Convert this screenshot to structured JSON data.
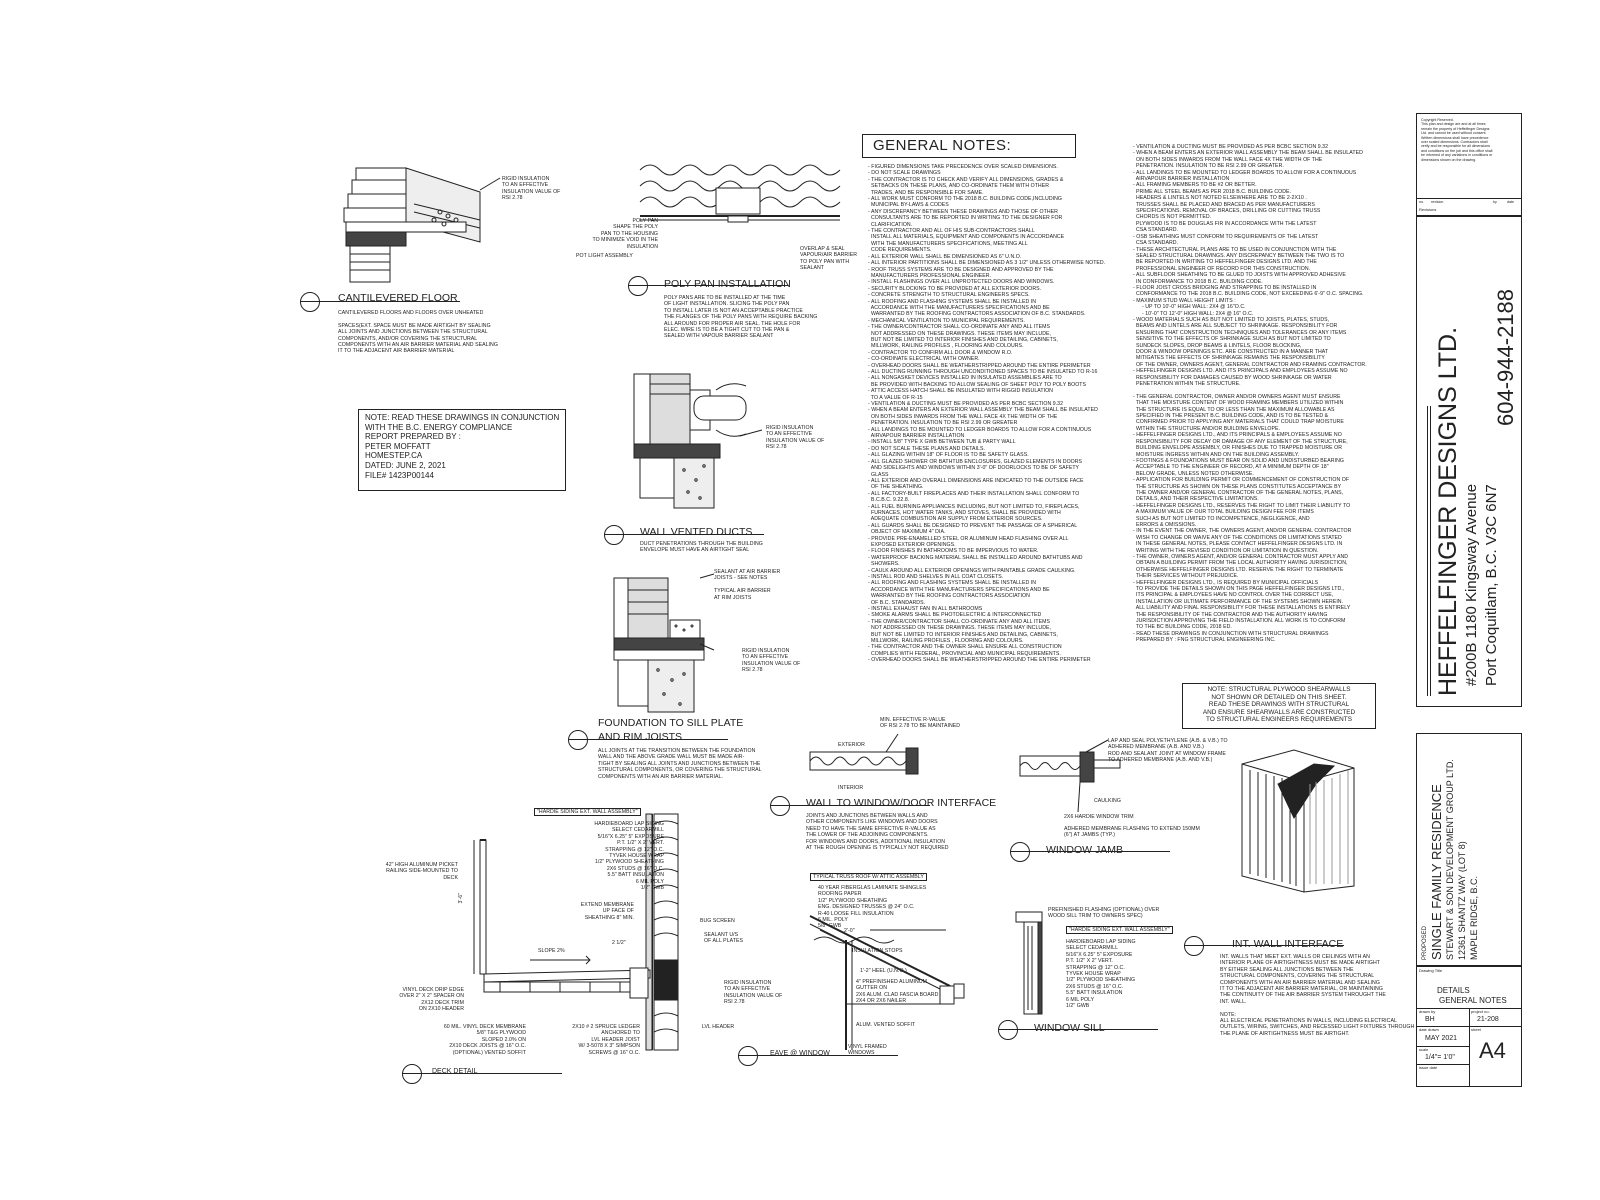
{
  "general_notes": {
    "heading": "GENERAL NOTES:",
    "col1": [
      "- FIGURED DIMENSIONS TAKE PRECEDENCE OVER SCALED DIMENSIONS.",
      "- DO NOT SCALE DRAWINGS",
      "- THE CONTRACTOR IS TO CHECK AND VERIFY ALL DIMENSIONS, GRADES &",
      "  SETBACKS ON THESE PLANS, AND CO-ORDINATE THEM WITH OTHER",
      "  TRADES, AND BE RESPONSIBLE FOR SAME.",
      "- ALL WORK MUST CONFORM TO THE 2018 B.C. BUILDING CODE,INCLUDING",
      "  MUNICIPAL BY-LAWS & CODES",
      "- ANY DISCREPANCY BETWEEN THESE DRAWINGS AND THOSE OF OTHER",
      "  CONSULTANTS ARE TO BE REPORTED IN WRITING TO THE DESIGNER FOR",
      "  CLARIFICATION.",
      "- THE CONTRACTOR AND ALL OF HIS SUB-CONTRACTORS SHALL",
      "  INSTALL ALL MATERIALS, EQUIPMENT AND COMPONENTS IN ACCORDANCE",
      "  WITH THE MANUFACTURERS SPECIFICATIONS, MEETING ALL",
      "  CODE REQUIREMENTS.",
      "- ALL EXTERIOR WALL SHALL BE DIMENSIONED AS 6\" U.N.O.",
      "- ALL INTERIOR PARTITIONS SHALL BE DIMENSIONED AS 3 1/2\" UNLESS OTHERWISE NOTED.",
      "- ROOF TRUSS SYSTEMS ARE TO BE DESIGNED AND APPROVED BY THE",
      "  MANUFACTURERS PROFESSIONAL ENGINEER.",
      "- INSTALL FLASHINGS OVER ALL UNPROTECTED DOORS AND WINDOWS.",
      "- SECURITY BLOCKING TO BE PROVIDED AT ALL EXTERIOR DOORS.",
      "- CONCRETE STRENGTH TO STRUCTURAL ENGINEERS SPECS.",
      "- ALL ROOFING AND FLASHING SYSTEMS SHALL BE INSTALLED IN",
      "  ACCORDANCE WITH THE MANUFACTURERS SPECIFICATIONS AND BE",
      "  WARRANTED BY THE ROOFING CONTRACTORS ASSOCIATION OF B.C. STANDARDS.",
      "- MECHANICAL VENTILATION TO MUNICIPAL REQUIREMENTS.",
      "- THE OWNER/CONTRACTOR SHALL CO-ORDINATE ANY AND ALL ITEMS",
      "  NOT ADDRESSED ON THESE DRAWINGS. THESE ITEMS MAY INCLUDE,",
      "  BUT NOT BE LIMITED TO INTERIOR FINISHES AND DETAILING, CABINETS,",
      "  MILLWORK, RAILING PROFILES , FLOORING AND COLOURS.",
      "- CONTRACTOR TO CONFIRM ALL DOOR & WINDOW R.O.",
      "- CO-ORDINATE ELECTRICAL WITH OWNER.",
      "- OVERHEAD DOORS SHALL BE WEATHERSTRIPPED AROUND THE ENTIRE PERIMETER",
      "- ALL DUCTING RUNNING THROUGH UNCONDITIONED SPACES TO BE INSULATED TO R-16",
      "- ALL NONGASKET DEVICES INSTALLED IN INSULATED ASSEMBLIES ARE TO",
      "  BE PROVIDED WITH BACKING TO ALLOW SEALING OF SHEET POLY TO POLY BOOTS",
      "- ATTIC ACCESS HATCH SHALL BE INSULATED WITH RIGGID INSULATION",
      "  TO A VALUE OF R-15",
      "- VENTILATION & DUCTING MUST BE PROVIDED AS PER BCBC SECTION 9.32",
      "- WHEN A BEAM ENTERS AN EXTERIOR WALL ASSEMBLY THE BEAM SHALL BE INSULATED",
      "  ON BOTH SIDES INWARDS FROM THE WALL FACE 4X THE WIDTH OF THE",
      "  PENETRATION. INSULATION TO BE RSI 2.99 OR GREATER",
      "- ALL LANDINGS TO BE MOUNTED TO LEDGER BOARDS TO ALLOW FOR A CONTINUOUS",
      "  AIRVAPOUR BARRIER INSTALLATION",
      "- INSTALL 5/8\" TYPE X GWB BETWEEN TUB & PARTY WALL",
      "- DO NOT SCALE THESE PLANS AND DETAILS.",
      "- ALL GLAZING WITHIN 18\" OF FLOOR IS TO BE SAFETY GLASS.",
      "- ALL GLAZED SHOWER OR BATHTUB ENCLOSURES, GLAZED ELEMENTS IN DOORS",
      "  AND SIDELIGHTS AND WINDOWS WITHIN 3'-0\" OF DOORLOCKS TO BE OF SAFETY",
      "  GLASS",
      "- ALL EXTERIOR AND OVERALL DIMENSIONS ARE INDICATED TO THE OUTSIDE FACE",
      "  OF THE SHEATHING.",
      "- ALL FACTORY-BUILT FIREPLACES AND THEIR INSTALLATION SHALL CONFORM TO",
      "  B.C.B.C. 9.22.8.",
      "- ALL FUEL BURNING APPLIANCES INCLUDING, BUT NOT LIMITED TO, FIREPLACES,",
      "  FURNACES, HOT WATER TANKS, AND STOVES, SHALL BE PROVIDED WITH",
      "  ADEQUATE COMBUSTION AIR SUPPLY FROM EXTERIOR SOURCES.",
      "- ALL GUARDS SHALL BE DESIGNED TO PREVENT THE PASSAGE OF A SPHERICAL",
      "  OBJECT OF MAXIMUM 4\" DIA.",
      "- PROVIDE PRE-ENAMELLED STEEL OR ALUMINUM HEAD FLASHING OVER ALL",
      "  EXPOSED EXTERIOR OPENINGS.",
      "- FLOOR FINISHES IN BATHROOMS TO BE IMPERVIOUS TO WATER.",
      "- WATERPROOF BACKING MATERIAL SHALL BE INSTALLED AROUND BATHTUBS AND",
      "  SHOWERS.",
      "- CAULK AROUND ALL EXTERIOR OPENINGS WITH PAINTABLE GRADE CAULKING.",
      "- INSTALL ROD AND SHELVES IN ALL COAT CLOSETS.",
      "- ALL ROOFING AND FLASHING SYSTEMS SHALL BE INSTALLED IN",
      "  ACCORDANCE WITH THE MANUFACTURERS SPECIFICATIONS AND BE",
      "  WARRANTED BY THE ROOFING CONTRACTORS ASSOCIATION",
      "  OF B.C. STANDARDS.",
      "- INSTALL EXHAUST FAN IN ALL BATHROOMS",
      "- SMOKE ALARMS SHALL BE PHOTOELECTRIC & INTERCONNECTED",
      "- THE OWNER/CONTRACTOR SHALL CO-ORDINATE ANY AND ALL ITEMS",
      "  NOT ADDRESSED ON THESE DRAWINGS. THESE ITEMS MAY INCLUDE,",
      "  BUT NOT BE LIMITED TO INTERIOR FINISHES AND DETAILING, CABINETS,",
      "  MILLWORK, RAILING PROFILES , FLOORING AND COLOURS.",
      "- THE CONTRACTOR AND THE OWNER SHALL ENSURE ALL CONSTRUCTION",
      "  COMPLIES WITH FEDERAL, PROVINCIAL AND MUNICIPAL REQUIREMENTS.",
      "- OVERHEAD DOORS SHALL BE WEATHERSTRIPPED AROUND THE ENTIRE PERIMETER"
    ],
    "col2": [
      "- VENTILATION & DUCTING MUST BE PROVIDED AS PER BCBC SECTION 9.32",
      "- WHEN A BEAM ENTERS AN EXTERIOR WALL ASSEMBLY THE BEAM SHALL BE INSULATED",
      "  ON BOTH SIDES INWARDS FROM THE WALL FACE 4X THE WIDTH OF THE",
      "  PENETRATION. INSULATION TO BE RSI 2.99 OR GREATER.",
      "- ALL LANDINGS TO BE MOUNTED TO LEDGER BOARDS TO ALLOW FOR A CONTINUOUS",
      "  AIRVAPOUR BARRIER INSTALLATION",
      "- ALL FRAMING MEMBERS TO BE #2 OR BETTER.",
      "  PRIME ALL STEEL BEAMS AS PER 2018 B.C. BUILDING CODE.",
      "  HEADERS & LINTELS NOT NOTED ELSEWHERE ARE TO BE 2-2x10 .",
      "  TRUSSES SHALL BE PLACED AND BRACED AS PER MANUFACTURERS",
      "  SPECIFICATIONS. REMOVAL OF BRACES, DRILLING OR CUTTING TRUSS",
      "  CHORDS IS NOT PERMITTED.",
      "  PLYWOOD IS TO BE DOUGLAS FIR IN ACCORDANCE WITH THE LATEST",
      "  CSA STANDARD.",
      "- OSB SHEATHING MUST CONFORM TO REQUIREMENTS OF THE LATEST",
      "  CSA STANDARD.",
      "- THESE ARCHITECTURAL PLANS ARE TO BE USED IN CONJUNCTION WITH THE",
      "  SEALED STRUCTURAL DRAWINGS. ANY DISCREPANCY BETWEEN THE TWO IS TO",
      "  BE REPORTED IN WRITING TO HEFFELFINGER DESIGNS LTD. AND THE",
      "  PROFESSIONAL ENGINEER OF RECORD FOR THIS CONSTRUCTION.",
      "- ALL SUBFLOOR SHEATHING TO BE GLUED TO JOISTS WITH APPROVED ADHESIVE",
      "  IN CONFORMANCE TO 2018 B.C. BUILDING CODE.",
      "- FLOOR JOIST CROSS BRIDGING AND STRAPPING TO BE INSTALLED IN",
      "  CONFORMANCE TO THE 2018 B.C. BUILDING CODE, NOT EXCEEDING 6'-9\" o.c. SPACING.",
      "- MAXIMUM STUD WALL HEIGHT LIMITS :",
      "      - UP TO 10'-0\" HIGH WALL: 2x4 @ 16\"o.c.",
      "      - 10'-0\" TO 12'-0\" HIGH WALL: 2x4 @ 16\" o.c.",
      "- WOOD MATERIALS SUCH AS BUT NOT LIMITED TO JOISTS, PLATES, STUDS,",
      "  BEAMS AND LINTELS ARE ALL SUBJECT TO SHRINKAGE. RESPONSIBILITY FOR",
      "  ENSURING THAT CONSTRUCTION TECHNIQUES AND TOLERANCES OR ANY ITEMS",
      "  SENSITIVE TO THE EFFECTS OF SHRINKAGE SUCH AS BUT NOT LIMITED TO",
      "  SUNDECK SLOPES, DROP BEAMS & LINTELS, FLOOR BLOCKING,",
      "  DOOR & WINDOW OPENINGS ETC. ARE CONSTRUCTED IN A MANNER THAT",
      "  MITIGATES THE EFFECTS OF SHRINKAGE REMAINS THE RESPONSIBILITY",
      "  OF THE OWNER, OWNERS AGENT, GENERAL CONTRACTOR AND FRAMING CONTRACTOR.",
      "- HEFFELFINGER DESIGNS LTD. AND ITS PRINCIPALS AND EMPLOYEES ASSUME NO",
      "  RESPONSIBILITY FOR DAMAGES CAUSED BY WOOD SHRINKAGE OR WATER",
      "  PENETRATION WITHIN THE STRUCTURE.",
      "",
      "- THE GENERAL CONTRACTOR, OWNER AND/OR OWNERS AGENT MUST ENSURE",
      "  THAT THE MOISTURE CONTENT OF WOOD FRAMING MEMBERS UTILIZED WITHIN",
      "  THE STRUCTURE IS EQUAL TO OR LESS THAN THE MAXIMUM ALLOWABLE AS",
      "  SPECIFIED IN THE PRESENT B.C. BUILDING CODE, AND IS TO BE TESTED &",
      "  CONFIRMED PRIOR TO APPLYING ANY MATERIALS THAT COULD TRAP MOISTURE",
      "  WITHIN THE STRUCTURE AND/OR BUILDING ENVELOPE.",
      "- HEFFELFINGER DESIGNS LTD., AND ITS PRINCIPALS & EMPLOYEES ASSUME NO",
      "  RESPONSIBILITY FOR DECAY OR DAMAGE OF ANY ELEMENT OF THE STRUCTURE,",
      "  BUILDING ENVELOPE ASSEMBLY, OR FINISHES DUE TO TRAPPED MOISTURE OR",
      "  MOISTURE INGRESS WITHIN AND ON THE BUILDING ASSEMBLY.",
      "- FOOTINGS & FOUNDATIONS MUST BEAR ON SOLID AND UNDISTURBED BEARING",
      "  ACCEPTABLE TO THE ENGINEER OF RECORD, AT A MINIMUM DEPTH OF 18\"",
      "  BELOW GRADE, UNLESS NOTED OTHERWISE.",
      "- APPLICATION FOR BUILDING PERMIT OR COMMENCEMENT OF CONSTRUCTION OF",
      "  THE STRUCTURE AS SHOWN ON THESE PLANS CONSTITUTES ACCEPTANCE BY",
      "  THE OWNER AND/OR GENERAL CONTRACTOR OF THE GENERAL NOTES, PLANS,",
      "  DETAILS, AND THEIR RESPECTIVE LIMITATIONS.",
      "- HEFFELFINGER DESIGNS LTD., RESERVES THE RIGHT TO LIMIT THEIR LIABILITY TO",
      "  A MAXIMUM VALUE OF OUR TOTAL BUILDING DESIGN FEE FOR ITEMS",
      "  SUCH AS BUT NOT LIMITED TO INCOMPETENCE, NEGLIGENCE, AND",
      "  ERRORS & OMISSIONS.",
      "- IN THE EVENT THE OWNER, THE OWNERS AGENT, AND/OR GENERAL CONTRACTOR",
      "  WISH TO CHANGE OR WAIVE ANY OF THE CONDITIONS OR LIMITATIONS STATED",
      "  IN THESE GENERAL NOTES, PLEASE CONTACT HEFFELFINGER DESIGNS LTD. IN",
      "  WRITING WITH THE REVISED CONDITION OR LIMITATION IN QUESTION.",
      "- THE OWNER, OWNERS AGENT, AND/OR GENERAL CONTRACTOR MUST APPLY AND",
      "  OBTAIN A BUILDING PERMIT FROM THE LOCAL AUTHORITY HAVING JURISDICTION,",
      "  OTHERWISE HEFFELFINGER DESIGNS LTD. RESERVE THE RIGHT TO TERMINATE",
      "  THEIR SERVICES WITHOUT PREJUDICE.",
      "- HEFFELFINGER DESIGNS LTD., IS REQUIRED BY MUNICIPAL OFFICIALS",
      "  TO PROVIDE THE DETAILS SHOWN ON THIS PAGE HEFFELFINGER DESIGNS LTD.,",
      "  ITS PRINCIPAL & EMPLOYEES HAVE NO CONTROL OVER THE CORRECT USE,",
      "  INSTALLATION OR ULTIMATE PERFORMANCE OF THE SYSTEMS SHOWN HEREIN.",
      "  ALL LIABILITY AND FINAL RESPONSIBILITY FOR THESE INSTALLATIONS IS ENTIRELY",
      "  THE RESPONSIBILITY OF THE CONTRACTOR AND THE AUTHORITY HAVING",
      "  JURISDICTION APPROVING THE FIELD INSTALLATION. ALL WORK IS TO CONFORM",
      "  TO THE BC BUILDING CODE, 2018 ED.",
      "- READ THESE DRAWINGS IN CONJUNCTION WITH STRUCTURAL DRAWINGS",
      "  PREPARED BY : FNG STRUCTURAL ENGINEERING INC."
    ]
  },
  "energy_note": {
    "lines": [
      "NOTE: READ THESE DRAWINGS IN CONJUNCTION",
      "WITH THE B.C. ENERGY COMPLIANCE",
      "REPORT PREPARED BY :",
      "PETER MOFFATT",
      "HOMESTEP.CA",
      "DATED: JUNE 2, 2021",
      "FILE# 1423P00144"
    ]
  },
  "shearwall_note": {
    "lines": [
      "NOTE: STRUCTURAL PLYWOOD SHEARWALLS",
      "NOT SHOWN OR DETAILED ON THIS SHEET.",
      "READ THESE DRAWINGS WITH STRUCTURAL",
      "AND ENSURE SHEARWALLS ARE CONSTRUCTED",
      "TO STRUCTURAL ENGINEERS REQUIREMENTS"
    ]
  },
  "details": {
    "cantilevered": {
      "title": "CANTILEVERED FLOOR",
      "label": [
        "RIGID INSULATION",
        "TO AN EFFECTIVE",
        "INSULATION VALUE OF",
        "RSI 2.78"
      ],
      "notes": [
        "CANTILEVERED FLOORS AND FLOORS OVER UNHEATED",
        "",
        "SPACES(EXT. SPACE MUST BE MADE AIRTIGHT BY SEALING",
        "ALL JOINTS AND JUNCTIONS BETWEEN THE STRUCTURAL",
        "COMPONENTS, AND/OR COVERING THE STRUCTURAL",
        "COMPONENTS WITH AN AIR BARRIER MATERIAL AND SEALING",
        "IT TO THE ADJACENT AIR BARRIER MATERIAL"
      ]
    },
    "polypan": {
      "title": "POLY PAN INSTALLATION",
      "label_left": [
        "POLY PAN",
        "SHAPE THE POLY",
        "PAN TO THE HOUSING",
        "TO MINIMIZE VOID IN THE",
        "INSULATION"
      ],
      "label_pot": "POT LIGHT ASSEMBLY",
      "label_right": [
        "OVERLAP & SEAL",
        "VAPOUR/AIR BARRIER",
        "TO POLY PAN WITH",
        "SEALANT"
      ],
      "notes": [
        "POLY PANS ARE TO BE INSTALLED AT THE TIME",
        "OF LIGHT INSTALLATION. SLICING THE POLY PAN",
        "TO INSTALL LATER IS NOT AN ACCEPTABLE PRACTICE",
        "THE FLANGES OF THE POLY PANS WITH REQUIRE BACKING",
        "ALL AROUND FOR PROPER AIR SEAL. THE HOLE FOR",
        "ELEC. WIRE IS TO BE A TIGHT CUT TO THE PAN &",
        "SEALED WITH VAPOUR BARRIER SEALANT"
      ]
    },
    "vented": {
      "title": "WALL VENTED DUCTS",
      "label": [
        "RIGID INSULATION",
        "TO AN EFFECTIVE",
        "INSULATION VALUE OF",
        "RSI 2.78"
      ],
      "notes": [
        "DUCT PENETRATIONS THROUGH THE BUILDING",
        "ENVELOPE MUST HAVE AN AIRTIGHT SEAL"
      ]
    },
    "foundation": {
      "title_l1": "FOUNDATION TO SILL PLATE",
      "title_l2": "AND RIM JOISTS",
      "label_top": [
        "SEALANT AT AIR BARRIER",
        "JOISTS - SEE NOTES",
        "",
        "TYPICAL AIR BARRIER",
        "AT RIM JOISTS"
      ],
      "label_bot": [
        "RIGID INSULATION",
        "TO AN EFFECTIVE",
        "INSULATION VALUE OF",
        "RSI 2.78"
      ],
      "notes": [
        "ALL JOINTS AT THE TRANSITION BETWEEN THE FOUNDATION",
        "WALL AND THE ABOVE GRADE WALL MUST BE MADE AIR-",
        "TIGHT BY SEALING ALL JOINTS AND JUNCTIONS BETWEEN THE",
        "STRUCTURAL COMPONENTS, OR COVERING THE STRUCTURAL",
        "COMPONENTS WITH AN AIR BARRIER MATERIAL."
      ]
    },
    "window_door": {
      "title": "WALL TO WINDOW/DOOR INTERFACE",
      "label_min": [
        "MIN. EFFECTIVE R-VALUE",
        "OF RSI 2.78 TO BE MAINTAINED"
      ],
      "exterior": "EXTERIOR",
      "interior": "INTERIOR",
      "notes": [
        "JOINTS AND JUNCTIONS BETWEEN WALLS AND",
        "OTHER COMPONENTS LIKE WINDOWS AND DOORS",
        "NEED TO HAVE THE SAME EFFECTIVE R-VALUE AS",
        "THE LOWER OF THE ADJOINING COMPONENTS.",
        "FOR WINDOWS AND DOORS, ADDITIONAL INSULATION",
        "AT THE ROUGH OPENING IS TYPICALLY NOT REQUIRED"
      ]
    },
    "jamb": {
      "title": "WINDOW JAMB",
      "labels": [
        "LAP AND SEAL POLYETHYLENE (A.B. & V.B.) TO",
        "ADHERED MEMBRANE (A.B. AND V.B.)",
        "ROD AND SEALANT JOINT AT WINDOW FRAME",
        "TO ADHERED MEMBRANE (A.B. AND V.B.)",
        "CAULKING",
        "2X6 HARDIE WINDOW TRIM",
        "ADHERED MEMBRANE FLASHING TO EXTEND 150mm",
        "(6\") AT JAMBS (TYP.)"
      ]
    },
    "sill": {
      "title": "WINDOW SILL",
      "label_flash": [
        "PREFINISHED FLASHING (OPTIONAL) OVER",
        "WOOD SILL TRIM TO OWNERS SPEC)"
      ],
      "assembly_head": "\"HARDIE SIDING EXT. WALL ASSEMBLY\"",
      "assembly": [
        "HARDIEBOARD LAP SIDING",
        "SELECT CEDARMILL",
        "5/16\"X 6.25\" 5\" EXPOSURE",
        "P.T. 1/2\" X 2\" VERT.",
        "STRAPPING @ 12\" O.C.",
        "TYVEK HOUSE WRAP",
        "1/2\" PLYWOOD SHEATHING",
        "2X6 STUDS @ 16\" O.C.",
        "5.5\" BATT INSULATION",
        "6 MIL POLY",
        "1/2\" GWB"
      ]
    },
    "int_wall": {
      "title": "INT. WALL INTERFACE",
      "notes": [
        "INT. WALLS THAT MEET EXT. WALLS OR CEILINGS WITH AN",
        "INTERIOR PLANE OF AIRTIGHTNESS MUST BE MADE AIRTIGHT",
        "BY EITHER SEALING ALL JUNCTIONS BETWEEN THE",
        "STRUCTURAL COMPONENTS, COVERING THE STRUCTURAL",
        "COMPONENTS WITH AN AIR BARRIER MATERIAL AND SEALING",
        "IT TO THE ADJACENT AIR BARRIER MATERIAL, OR MAINTAINING",
        "THE CONTINUITY OF THE AIR BARRIER SYSTEM THROUGHT THE",
        "INT. WALL.",
        "",
        "NOTE:",
        "ALL ELECTRICAL PENETRATIONS IN WALLS, INCLUDING ELECTRICAL",
        "OUTLETS, WIRING, SWITCHES, AND RECESSED LIGHT FIXTURES THROUGH",
        "THE PLANE OF AIRTIGHTNESS MUST BE AIRTIGHT."
      ]
    },
    "deck": {
      "title": "DECK DETAIL",
      "assembly_head": "\"HARDIE SIDING EXT. WALL ASSEMBLY\"",
      "assembly": [
        "HARDIEBOARD LAP SIDING",
        "SELECT CEDARMILL",
        "5/16\"X 6.25\" 5\" EXPOSURE",
        "P.T. 1/2\" X 2\" VERT.",
        "STRAPPING @ 12\" O.C.",
        "TYVEK HOUSE WRAP",
        "1/2\" PLYWOOD SHEATHING",
        "2X6 STUDS @ 16\" O.C.",
        "5.5\" BATT INSULATION",
        "6 MIL POLY",
        "1/2\" GWB"
      ],
      "railing": [
        "42\" HIGH ALUMINUM PICKET",
        "RAILING SIDE-MOUNTED TO",
        "DECK"
      ],
      "dim": "3'-6\"",
      "slope": "SLOPE 2%",
      "membrane": [
        "EXTEND MEMBRANE",
        "UP FACE OF",
        "SHEATHING 8\" MIN."
      ],
      "dim2": "2 1/2\"",
      "bug": "BUG SCREEN",
      "sealant": [
        "SEALANT U/S",
        "OF ALL PLATES"
      ],
      "rigid": [
        "RIGID INSULATION",
        "TO AN EFFECTIVE",
        "INSULATION VALUE OF",
        "RSI 2.78"
      ],
      "vinyl_edge": [
        "VINYL DECK DRIP EDGE",
        "OVER 2\" X 2\" SPACER ON",
        "2X12 DECK TRIM",
        "ON 2X10 HEADER"
      ],
      "vinyl_mem": [
        "60 MIL. VINYL DECK MEMBRANE",
        "5/8\" T&G PLYWOOD",
        "SLOPED 2.0% ON",
        "2X10 DECK JOISTS @ 16\" O.C.",
        "(OPTIONAL) VENTED SOFFIT"
      ],
      "ledger": [
        "2X10 # 2 SPRUCE LEDGER",
        "ANCHORED TO",
        "LVL HEADER JOIST",
        "W/ 3-5078 X 3\" SIMPSON",
        "SCREWS @ 16\" O.C."
      ],
      "lvl": "LVL HEADER"
    },
    "eave": {
      "title": "EAVE @ WINDOW",
      "roof_head": "TYPICAL TRUSS ROOF W/ ATTIC ASSEMBLY",
      "roof": [
        "40 YEAR FIBERGLAS LAMINATE SHINGLES",
        "ROOFING PAPER",
        "1/2\" PLYWOOD SHEATHING",
        "ENG. DESIGNED TRUSSES @ 24\" O.C.",
        "R-40 LOOSE FILL INSULATION",
        "6 MIL. POLY",
        "5/8\" GWB"
      ],
      "dim": "2'-0\"",
      "stops": "INSULATION STOPS",
      "heel": "1'-2\" HEEL (U.N.O.)",
      "gutter": [
        "4\" PREFINISHED ALUMINUM",
        "GUTTER ON",
        "2X6 ALUM. CLAD FASCIA BOARD",
        "2X4 OR 2X6 NAILER"
      ],
      "soffit": "ALUM. VENTED SOFFIT",
      "vinyl": [
        "VINYL FRAMED",
        "WINDOWS"
      ]
    }
  },
  "title_block": {
    "copyright": [
      "Copyright Reserved.",
      "This plan and design are and at all times",
      "remain the property of Heffelfinger Designs",
      "Ltd. and cannot be used without consent.",
      "Written dimensions shall have precedence",
      "over scaled dimensions. Contractors shall",
      "verify and be responsible for all dimensions",
      "and conditions on the job and this office shall",
      "be informed of any variations in conditions or",
      "dimensions shown on the drawing."
    ],
    "rev_cols": [
      "no.",
      "revision",
      "by",
      "date"
    ],
    "revisions": "Revisions",
    "company": "HEFFELFINGER DESIGNS LTD.",
    "address1": "#200B 1180 Kingsway Avenue",
    "address2": "Port Coquitlam, B.C. V3C 6N7",
    "phone": "604-944-2188",
    "proposed": "PROPOSED",
    "project": "SINGLE FAMILY RESIDENCE",
    "client": "STEWART & SON DEVELOPMENT GROUP LTD.",
    "site1": "12361 SHANTZ WAY (LOT 8)",
    "site2": "MAPLE RIDGE, B.C.",
    "drawing_title_label": "Drawing Title",
    "drawing_title1": "DETAILS",
    "drawing_title2": "GENERAL NOTES",
    "drawn_by_label": "drawn by",
    "drawn_by": "BH",
    "project_no_label": "project no.",
    "project_no": "21-208",
    "date_label": "date drawn",
    "date": "MAY 2021",
    "sheet_label": "sheet",
    "sheet": "A4",
    "scale_label": "scale",
    "scale": "1/4\"= 1'0\"",
    "issue_label": "issue date"
  }
}
